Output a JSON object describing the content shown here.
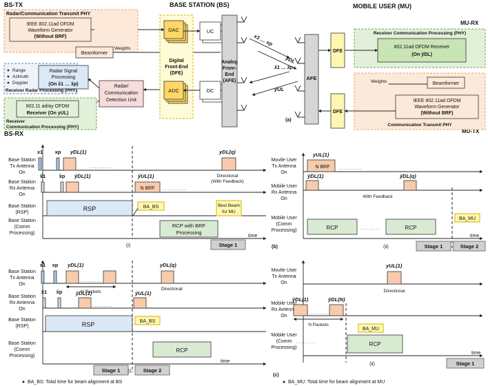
{
  "colors": {
    "orange_fill": "#fde9d9",
    "orange_border": "#e9a35a",
    "green_fill": "#e2f0d9",
    "green_border": "#6aa84f",
    "blue_fill": "#dbe8f5",
    "blue_border": "#5b87b8",
    "yellow_fill": "#fff7b0",
    "yellow_border": "#d4b400",
    "pink_fill": "#f7dcdc",
    "gray_fill": "#d6d6d6",
    "stage_fill": "#d0d0d0",
    "pulse_orange": "#f8cbad",
    "pulse_blue": "#a9c6e8"
  },
  "top": {
    "bs_title": "BASE STATION (BS)",
    "mu_title": "MOBILE USER (MU)",
    "bs_tx": "BS-TX",
    "bs_rx": "BS-RX",
    "mu_rx": "MU-RX",
    "mu_tx": "MU-TX",
    "radar_phy_title": "Radar/Communication Transmit PHY",
    "wfg_line1": "IEEE 802.11ad OFDM",
    "wfg_line2": "Waveform Generator",
    "wfg_line3": "(Without BRF)",
    "beamformer": "Beamformer",
    "weights": "Weights",
    "bullet_range": "Range",
    "bullet_azimuth": "Azimuth",
    "bullet_doppler": "Doppler",
    "rsp_line1": "Radar Signal",
    "rsp_line2": "Processing",
    "rsp_line3": "(On x̂1 … x̂p)",
    "rx_radar_title": "Receiver Radar Processing (PHY)",
    "detect_line1": "Radar/",
    "detect_line2": "Communication",
    "detect_line3": "Detection Unit",
    "ofdm_rx_line1": "802.11 ad/ay OFDM",
    "ofdm_rx_line2": "Receiver (On yUL)",
    "rx_comm_title1": "Receiver",
    "rx_comm_title2": "Communication Processing (PHY)",
    "dac": "DAC",
    "adc": "ADC",
    "uc": "UC",
    "dc": "DC",
    "dfe_line1": "Digital",
    "dfe_line2": "Front-End",
    "dfe_line3": "(DFE)",
    "afe_bs_line1": "Analog",
    "afe_bs_line2": "Fronr-",
    "afe_bs_line3": "End",
    "afe_bs_line4": "(AFE)",
    "ch_x": "x1 … xp",
    "ch_ydl": "yDL",
    "ch_xhat": "x̂1 … x̂p",
    "ch_yul": "yUL",
    "afe_mu": "AFE",
    "dfe_mu": "DFE",
    "mu_rcp_title": "Receiver Communication Processing (PHY)",
    "mu_rx_line1": "802.11ad OFDM Receiver",
    "mu_rx_line2": "(On ŷDL)",
    "mu_wfg_line1": "IEEE 802.11ad OFDM",
    "mu_wfg_line2": "Waveform Generator",
    "mu_wfg_line3": "(Without BRF)",
    "mu_tx_phy": "Communication Transmit PHY",
    "label_a": "(a)"
  },
  "timing_b": {
    "bs_tx_ant": [
      "Base Station",
      "Tx Antenna",
      "On"
    ],
    "bs_rx_ant": [
      "Base Station",
      "Rx Antenna",
      "On"
    ],
    "bs_rsp": [
      "Base Station",
      "(RSP)"
    ],
    "bs_comm": [
      "Base Station",
      "(Comm",
      "Processing)"
    ],
    "x1": "x1",
    "xp": "xp",
    "ydl1": "yDL(1)",
    "ydlq": "yDL(q)",
    "xh1": "x̂1",
    "xhp": "x̂p",
    "yhdl1": "ŷDL(1)",
    "yhul1": "ŷUL(1)",
    "n_brf": "N BRF",
    "dots": ". . . . . . . . .",
    "directional_fb1": "Directional",
    "directional_fb2": "(With Feedback)",
    "rsp": "RSP",
    "ba_bs": "BA_BS",
    "best_beam1": "Best Beam",
    "best_beam2": "for MU",
    "rcp_brf1": "RCP  with BRF",
    "rcp_brf2": "Processing",
    "time": "time",
    "stage1": "Stage 1",
    "sub_i": "(i)",
    "label_b": "(b)",
    "mu_tx_ant": [
      "Movile User",
      "Tx Antenna",
      "On"
    ],
    "mu_rx_ant": [
      "Mobile User",
      "Rx Antenna",
      "On"
    ],
    "mu_comm": [
      "Mobile User",
      "(Comm",
      "Processing)"
    ],
    "yul1": "yUL(1)",
    "yhdlq": "ŷDL(q)",
    "with_feedback": "With Feedback",
    "rcp": "RCP",
    "ba_mu": "BA_MU",
    "stage2": "Stage 2",
    "sub_ii": "(ii)"
  },
  "timing_c": {
    "ydln": "yDL(N)",
    "n_packets": "N Packets",
    "directional": "Directional",
    "yhdln": "ŷDL(N)",
    "label_c": "(c)",
    "note_bs": "BA_BS: Total time for beam alignment at BS",
    "note_mu": "BA_MU: Total time for beam alignment at MU"
  }
}
